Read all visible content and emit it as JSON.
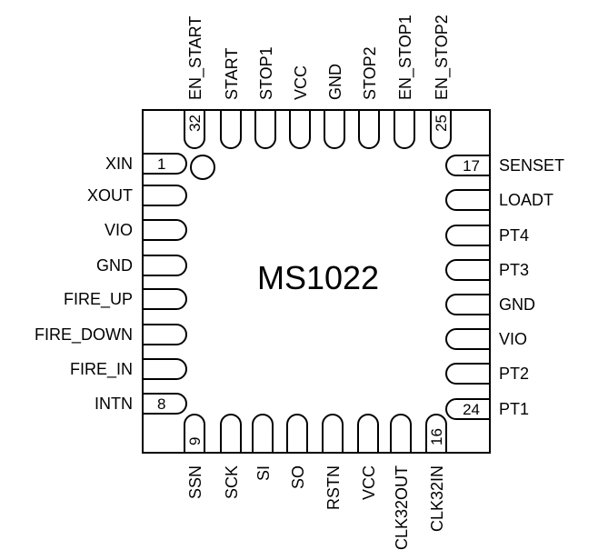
{
  "chip": {
    "name": "MS1022"
  },
  "pins": {
    "left": [
      {
        "num": "1",
        "name": "XIN"
      },
      {
        "num": "",
        "name": "XOUT"
      },
      {
        "num": "",
        "name": "VIO"
      },
      {
        "num": "",
        "name": "GND"
      },
      {
        "num": "",
        "name": "FIRE_UP"
      },
      {
        "num": "",
        "name": "FIRE_DOWN"
      },
      {
        "num": "",
        "name": "FIRE_IN"
      },
      {
        "num": "8",
        "name": "INTN"
      }
    ],
    "bottom": [
      {
        "num": "9",
        "name": "SSN"
      },
      {
        "num": "",
        "name": "SCK"
      },
      {
        "num": "",
        "name": "SI"
      },
      {
        "num": "",
        "name": "SO"
      },
      {
        "num": "",
        "name": "RSTN"
      },
      {
        "num": "",
        "name": "VCC"
      },
      {
        "num": "",
        "name": "CLK32OUT"
      },
      {
        "num": "16",
        "name": "CLK32IN"
      }
    ],
    "right": [
      {
        "num": "17",
        "name": "SENSET"
      },
      {
        "num": "",
        "name": "LOADT"
      },
      {
        "num": "",
        "name": "PT4"
      },
      {
        "num": "",
        "name": "PT3"
      },
      {
        "num": "",
        "name": "GND"
      },
      {
        "num": "",
        "name": "VIO"
      },
      {
        "num": "",
        "name": "PT2"
      },
      {
        "num": "24",
        "name": "PT1"
      }
    ],
    "top": [
      {
        "num": "25",
        "name": "EN_STOP2"
      },
      {
        "num": "",
        "name": "EN_STOP1"
      },
      {
        "num": "",
        "name": "STOP2"
      },
      {
        "num": "",
        "name": "GND"
      },
      {
        "num": "",
        "name": "VCC"
      },
      {
        "num": "",
        "name": "STOP1"
      },
      {
        "num": "",
        "name": "START"
      },
      {
        "num": "32",
        "name": "EN_START"
      }
    ]
  },
  "style": {
    "stroke": "#000000",
    "background": "#ffffff"
  }
}
